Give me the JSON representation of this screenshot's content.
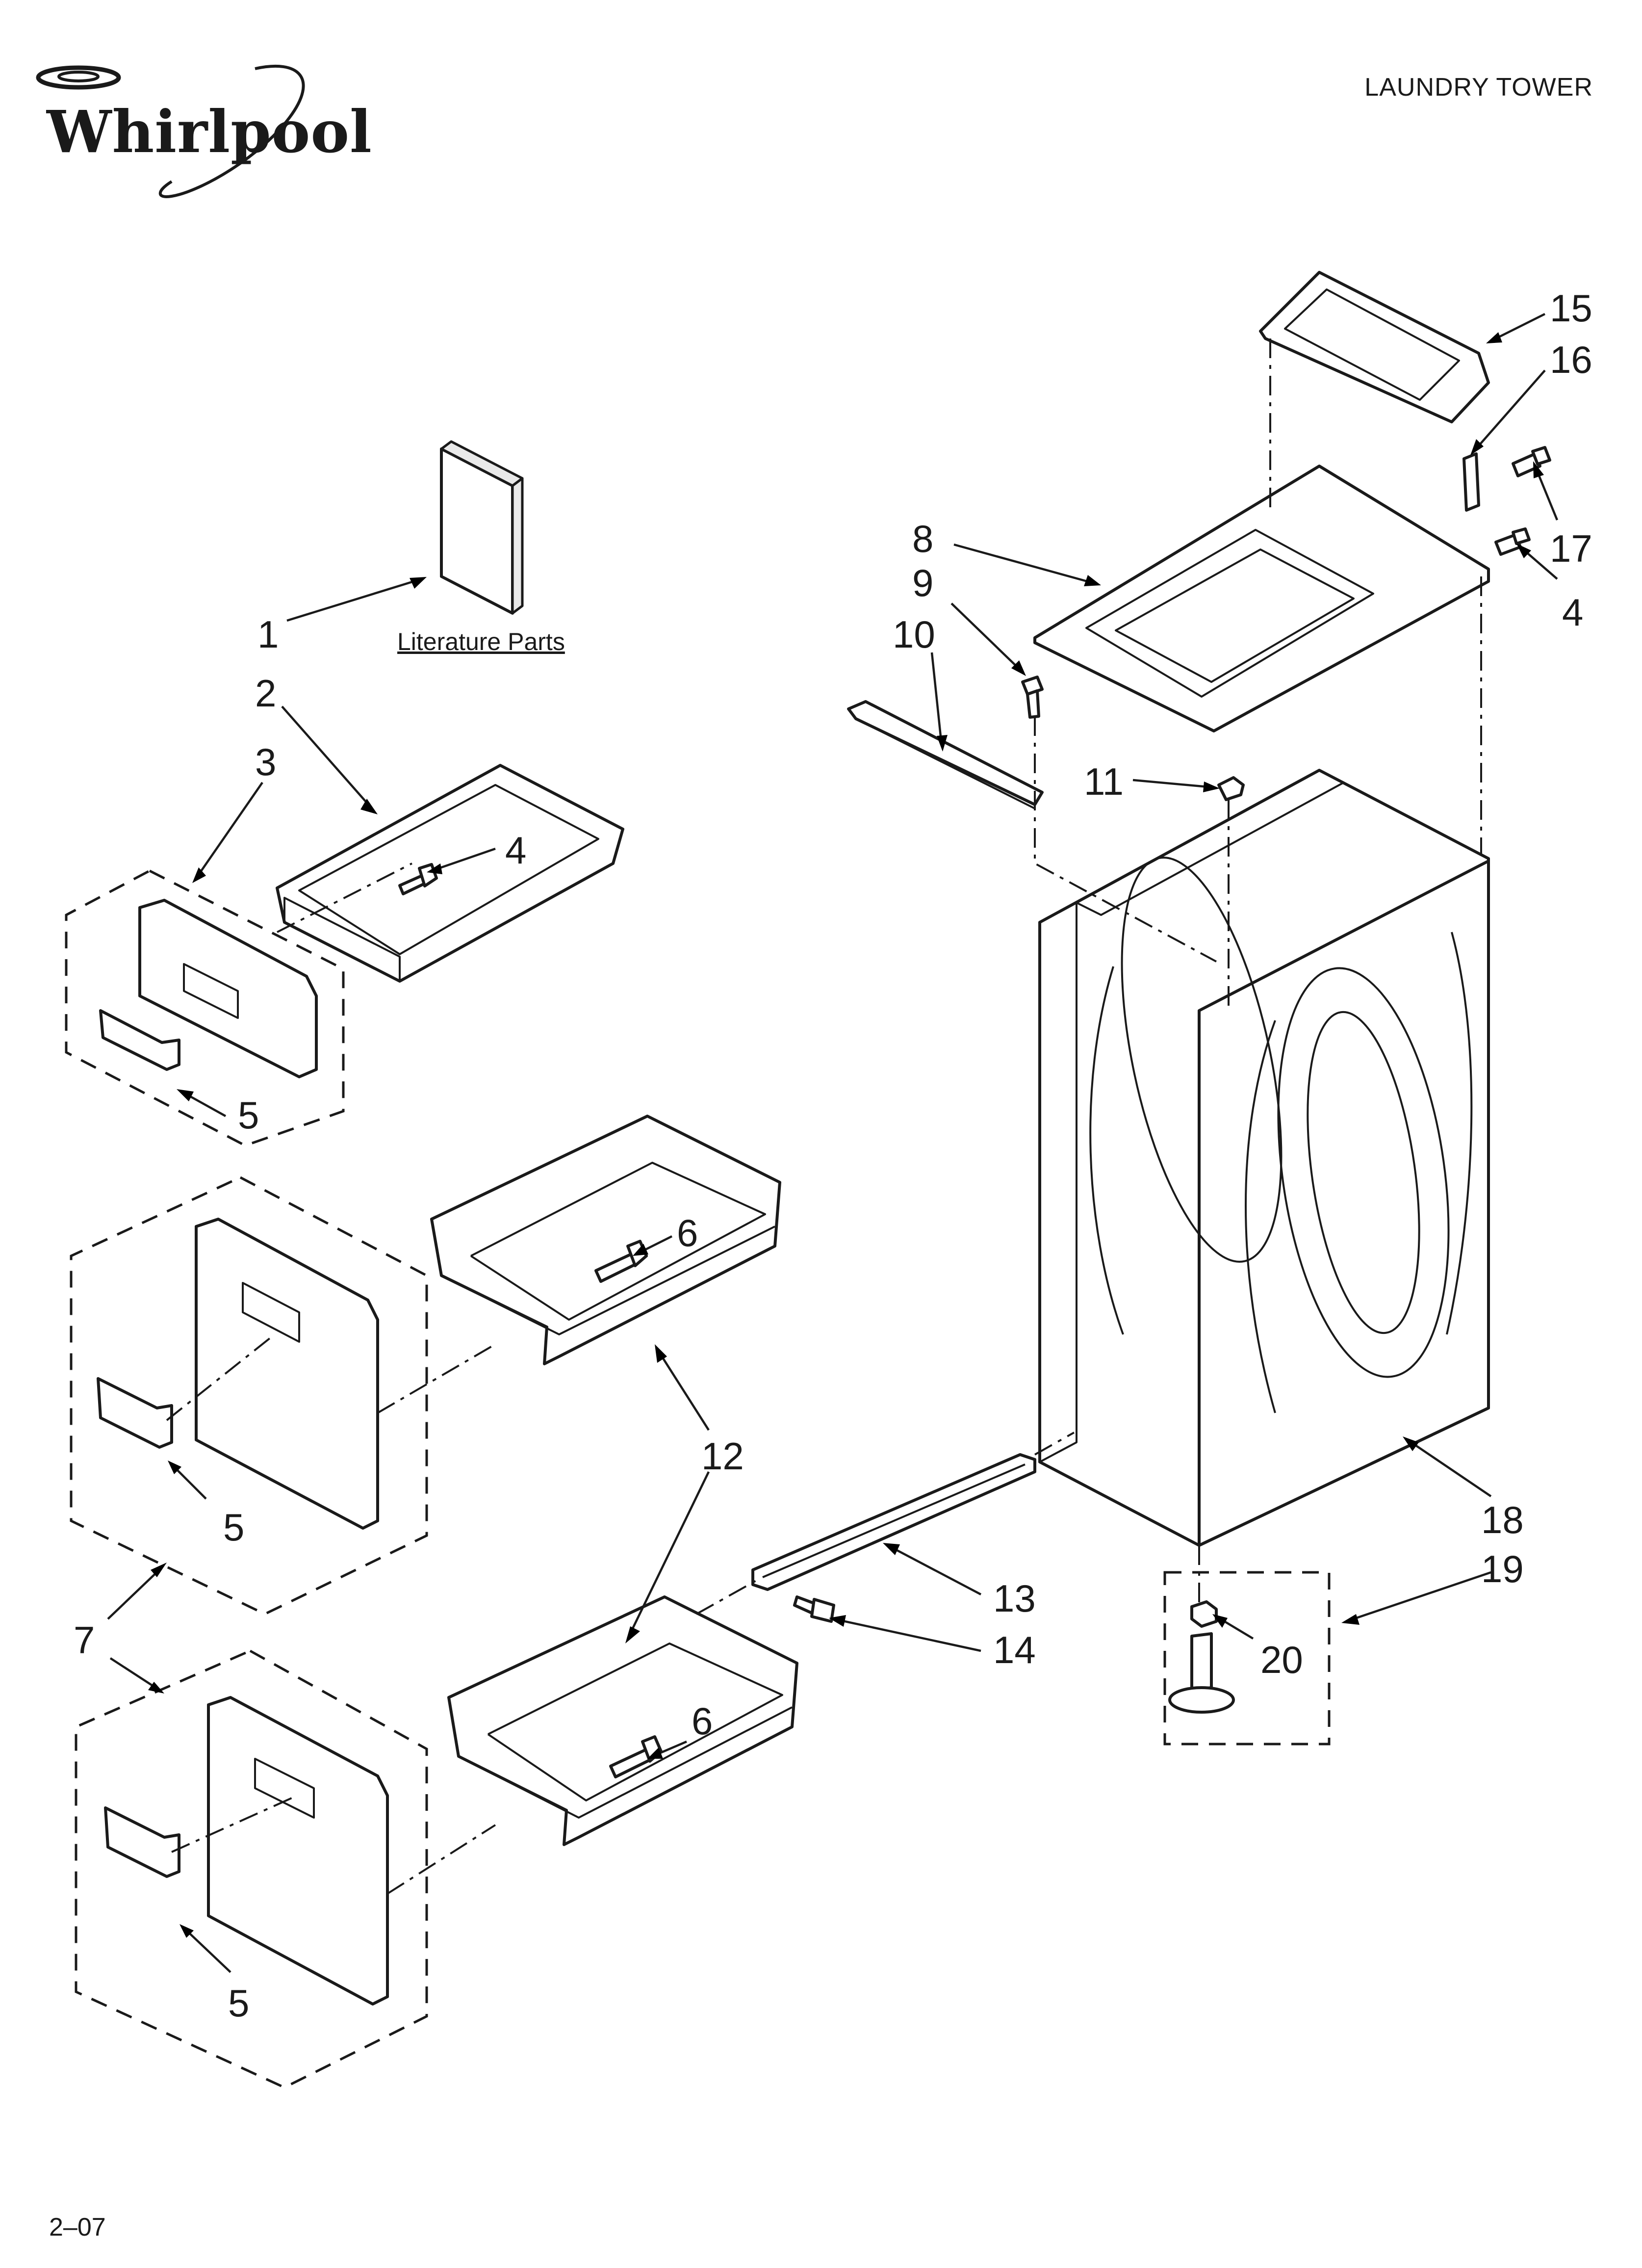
{
  "header": {
    "brand": "Whirlpool",
    "title": "LAUNDRY TOWER"
  },
  "footer": {
    "date_code": "2–07"
  },
  "diagram": {
    "literature_label": "Literature Parts",
    "callouts": [
      "1",
      "2",
      "3",
      "4",
      "4",
      "5",
      "5",
      "5",
      "6",
      "6",
      "7",
      "8",
      "9",
      "10",
      "11",
      "12",
      "13",
      "14",
      "15",
      "16",
      "17",
      "18",
      "19",
      "20"
    ]
  }
}
